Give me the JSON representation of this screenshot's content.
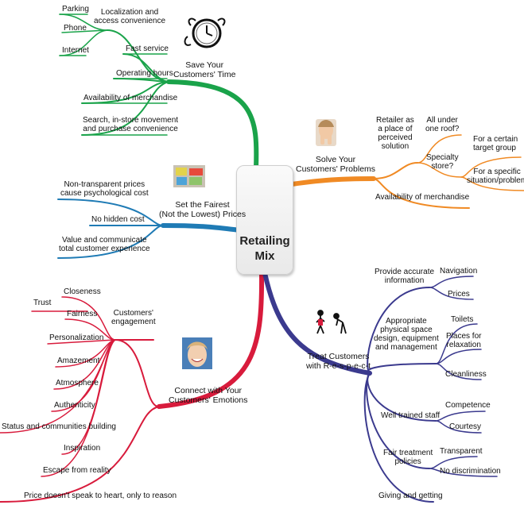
{
  "center": {
    "title_line1": "Retailing",
    "title_line2": "Mix"
  },
  "colors": {
    "green": "#1aa34a",
    "blue": "#1f7bb5",
    "red": "#d81b3c",
    "purple": "#3b3a8e",
    "orange": "#f08a24"
  },
  "icons": {
    "clock": "clock-icon",
    "worried_face": "worried-woman-icon",
    "coupons": "coupons-icon",
    "smiling_face": "smiling-woman-icon",
    "bowing_figures": "bowing-figures-icon",
    "family": "family-illustration"
  },
  "branches": {
    "time": {
      "title": [
        "Save Your",
        "Customers' Time"
      ],
      "items": {
        "loc": [
          "Localization and",
          "access convenience"
        ],
        "parking": "Parking",
        "phone": "Phone",
        "internet": "Internet",
        "fast": "Fast service",
        "hours": "Operating hours",
        "avail": "Availability of merchandise",
        "search": [
          "Search, in-store movement",
          "and purchase convenience"
        ]
      }
    },
    "prices": {
      "title": [
        "Set the Fairest",
        "(Not the Lowest) Prices"
      ],
      "items": {
        "nontrans": [
          "Non-transparent prices",
          "cause psychological cost"
        ],
        "hidden": "No hidden cost",
        "value": [
          "Value and communicate",
          "total customer experience"
        ]
      }
    },
    "emotions": {
      "title": [
        "Connect with Your",
        "Customers' Emotions"
      ],
      "engagement": [
        "Customers'",
        "engagement"
      ],
      "items": {
        "closeness": "Closeness",
        "trust": "Trust",
        "fairness": "Fairness",
        "personal": "Personalization",
        "amaze": "Amazement",
        "atmos": "Atmosphere",
        "auth": "Authenticity",
        "status": "Status and communities building",
        "insp": "Inspiration",
        "escape": "Escape from reality",
        "price_heart": "Price doesn't speak to heart, only to reason"
      }
    },
    "problems": {
      "title": [
        "Solve Your",
        "Customers' Problems"
      ],
      "items": {
        "perceived": [
          "Retailer as",
          "a place of",
          "perceived",
          "solution"
        ],
        "allunder": [
          "All under",
          "one roof?"
        ],
        "specialty": [
          "Specialty",
          "store?"
        ],
        "certain": [
          "For a certain",
          "target group"
        ],
        "specific": [
          "For a specific",
          "situation/problem"
        ],
        "avail": "Availability of merchandise"
      }
    },
    "respect": {
      "title": [
        "Treat Customers",
        "with R-e-s-p-e-c-t"
      ],
      "items": {
        "accurate": [
          "Provide accurate",
          "information"
        ],
        "nav": "Navigation",
        "prices": "Prices",
        "space": [
          "Appropriate",
          "physical space",
          "design, equipment",
          "and management"
        ],
        "toilets": "Toilets",
        "relax": [
          "Places for",
          "relaxation"
        ],
        "clean": "Cleanliness",
        "staff": "Well trained staff",
        "competence": "Competence",
        "courtesy": "Courtesy",
        "fair": [
          "Fair treatment",
          "policies"
        ],
        "transparent": "Transparent",
        "nodisc": "No discrimination",
        "giving": "Giving and getting"
      }
    }
  }
}
